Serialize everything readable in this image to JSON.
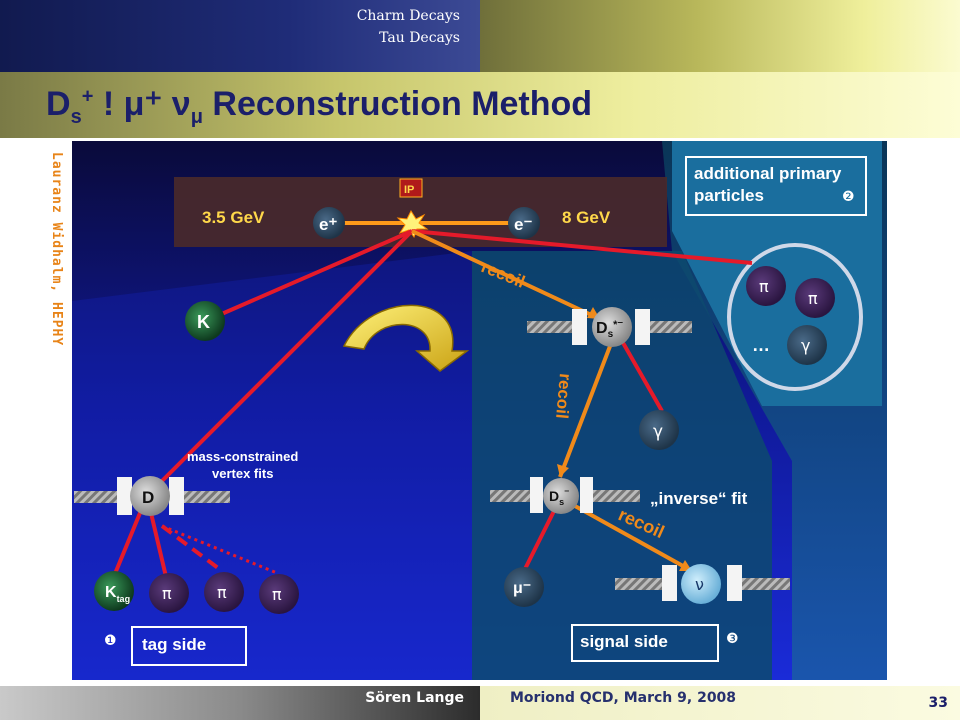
{
  "header": {
    "nav_items": [
      "Charm Decays",
      "Tau Decays"
    ],
    "title_main": "D",
    "title_sub": "s",
    "title_sup": "+",
    "title_rest": " ! μ⁺ ν",
    "title_nu_sub": "μ",
    "title_tail": " Reconstruction Method"
  },
  "side_author": "Lauranz Widhalm, HEPHY",
  "diagram": {
    "ip_label": "IP",
    "beam_left": "3.5 GeV",
    "beam_right": "8 GeV",
    "e_plus": "e⁺",
    "e_minus": "e⁻",
    "additional_box": [
      "additional primary",
      "particles"
    ],
    "additional_num": "❷",
    "pi1": "π",
    "pi2": "π",
    "gamma_small": "γ",
    "dots": "…",
    "kaon": "K",
    "recoil1": "recoil",
    "recoil2": "recoil",
    "recoil3": "recoil",
    "ds_star": "D",
    "ds_star_sub": "s",
    "ds_star_sup": "*⁻",
    "gamma": "γ",
    "ds": "D",
    "ds_sub": "s",
    "ds_sup": "⁻",
    "inverse_fit": "„inverse“ fit",
    "mass_fit": [
      "mass-constrained",
      "vertex fits"
    ],
    "d_meson": "D",
    "k_tag": "K",
    "k_tag_sub": "tag",
    "tag_pi1": "π",
    "tag_pi2": "π",
    "tag_pi3": "π",
    "tag_side": "tag side",
    "tag_num": "❶",
    "mu": "μ⁻",
    "nu": "ν",
    "signal_side": "signal side",
    "signal_num": "❸"
  },
  "footer": {
    "presenter": "Sören Lange",
    "conference": "Moriond QCD, March 9, 2008",
    "page": "33"
  }
}
